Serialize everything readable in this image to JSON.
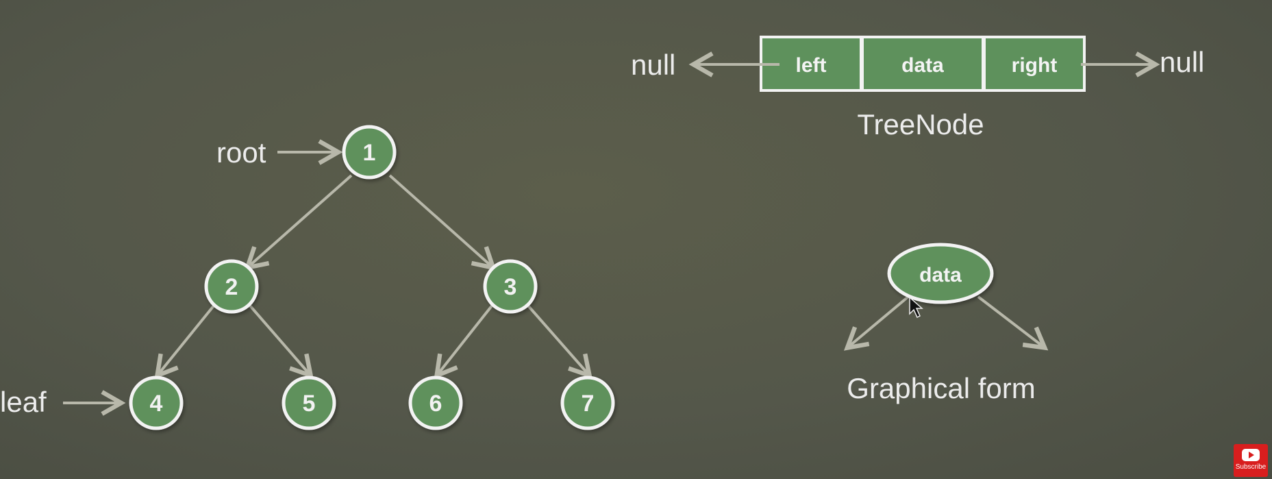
{
  "tree": {
    "root_label": "root",
    "leaf_label": "leaf",
    "nodes": [
      "1",
      "2",
      "3",
      "4",
      "5",
      "6",
      "7"
    ]
  },
  "treenode": {
    "left_null": "null",
    "right_null": "null",
    "fields": [
      "left",
      "data",
      "right"
    ],
    "caption": "TreeNode"
  },
  "graphical": {
    "node_label": "data",
    "caption": "Graphical form"
  },
  "subscribe": {
    "label": "Subscribe"
  },
  "colors": {
    "node_fill": "#5e915c",
    "node_stroke": "#f3f3f3",
    "arrow": "#b8b8aa",
    "text": "#ececec",
    "background": "#56584a",
    "subscribe": "#d81e1e"
  }
}
